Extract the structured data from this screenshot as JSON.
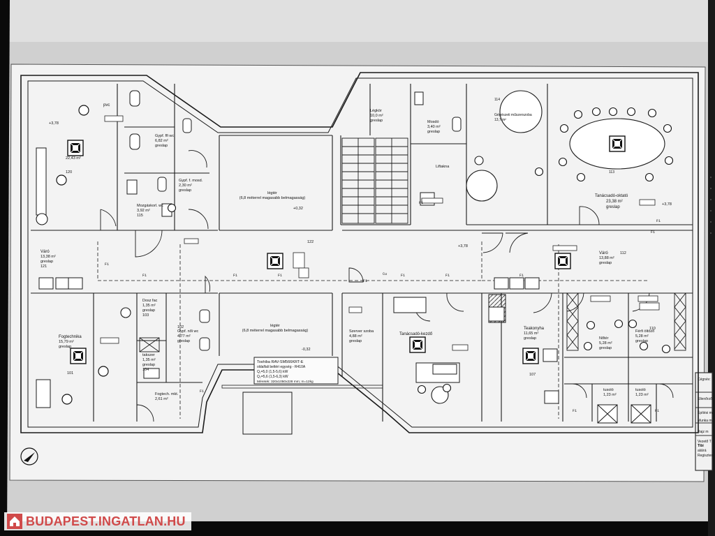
{
  "rooms": [
    {
      "num": "",
      "name": "pvc",
      "area": ""
    },
    {
      "num": "120",
      "name": "",
      "area": "22,43 m²"
    },
    {
      "num": "",
      "name": "Gypf. ffi wc",
      "area": "6,82 m²"
    },
    {
      "num": "",
      "name": "Gypf. f. mosd.",
      "area": "2,30 m²"
    },
    {
      "num": "115",
      "name": "Mozgáskorl. wc",
      "area": "3,92 m²"
    },
    {
      "num": "",
      "name": "Légkör",
      "area": "10,0 m²"
    },
    {
      "num": "",
      "name": "Mosdó",
      "area": "3,40 m²"
    },
    {
      "num": "",
      "name": "Liftakna",
      "area": ""
    },
    {
      "num": "114",
      "name": "Gépészeti műszerszoba",
      "area": "13,7 m²"
    },
    {
      "num": "113",
      "name": "Tanácsadó-oktató",
      "area": "23,38 m²"
    },
    {
      "num": "121",
      "name": "Váró",
      "area": "13,38 m²"
    },
    {
      "num": "122",
      "name": "",
      "area": ""
    },
    {
      "num": "112",
      "name": "Váró",
      "area": "13,88 m²"
    },
    {
      "num": "101",
      "name": "Fogtechnika",
      "area": "15,79 m²"
    },
    {
      "num": "103",
      "name": "Dosz fac",
      "area": "1,35 m²"
    },
    {
      "num": "104",
      "name": "takszer",
      "area": "1,35 m²"
    },
    {
      "num": "102",
      "name": "Gypf. női wc",
      "area": "4,77 m²"
    },
    {
      "num": "",
      "name": "Fogtech. mkt.",
      "area": "2,61 m²"
    },
    {
      "num": "",
      "name": "Szerver szoba",
      "area": "4,88 m²"
    },
    {
      "num": "",
      "name": "Tanácsadó-kezdő",
      "area": ""
    },
    {
      "num": "107",
      "name": "Teakonyha",
      "area": "11,65 m²"
    },
    {
      "num": "",
      "name": "Nőtér",
      "area": "5,28 m²"
    },
    {
      "num": "110",
      "name": "Férfi öltöző",
      "area": "5,28 m²"
    },
    {
      "num": "",
      "name": "tusoló",
      "area": "1,23 m²"
    },
    {
      "num": "",
      "name": "tusoló",
      "area": "1,23 m²"
    }
  ],
  "rooms_common": {
    "floor": "greslap"
  },
  "voids": {
    "label": "légtér",
    "note": "(6,8 méterrel magasabb belmagasság)"
  },
  "equipment": {
    "line1": "Toshiba RAV-SM566KRT-E",
    "line2": "oldalfali beltéri egység - R410A",
    "line3": "Q₁=5,0 (1,5-5,6) kW",
    "line4": "Q₂=5,6 (1,5-6,3) kW",
    "line5": "Méretek: 320x1050x228 mm; m=12kg"
  },
  "levels": [
    "+3,78",
    "+0,32",
    "-0,32",
    "+3,78",
    "+3,78"
  ],
  "sheet_panel": [
    "Cégnév:",
    "Ellenőrző",
    "Építési m",
    "Munka m",
    "Rajz m",
    "Vezető T",
    "Tibi",
    "aláírá",
    "Regiszter"
  ],
  "watermark": {
    "text": "BUDAPEST.INGATLAN.HU"
  },
  "colors": {
    "paper": "#f4f4f4",
    "line": "#222222",
    "bezel": "#0a0a0a",
    "watermark": "#d04a4a"
  }
}
